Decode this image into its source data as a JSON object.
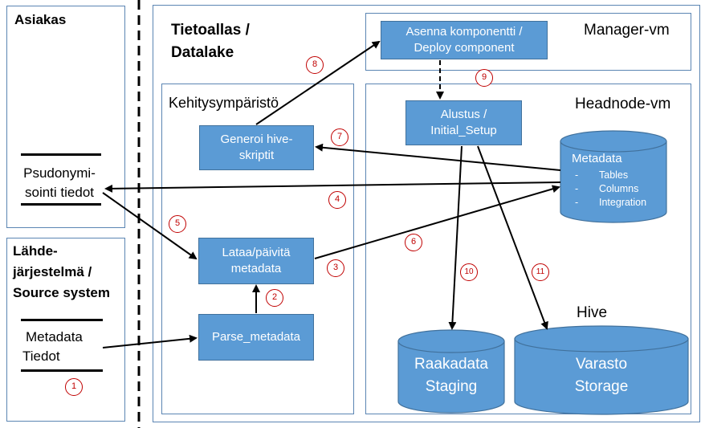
{
  "panels": {
    "asiakas": "Asiakas",
    "lahde_1": "Lähde-",
    "lahde_2": "järjestelmä /",
    "lahde_3": "Source system",
    "tietoallas_1": "Tietoallas /",
    "tietoallas_2": "Datalake",
    "kehitys": "Kehitysympäristö",
    "manager": "Manager-vm",
    "headnode": "Headnode-vm",
    "hive": "Hive"
  },
  "docs": {
    "pseudo_1": "Psudonymi-",
    "pseudo_2": "sointi tiedot",
    "meta_1": "Metadata",
    "meta_2": "Tiedot"
  },
  "boxes": {
    "asenna_1": "Asenna komponentti /",
    "asenna_2": "Deploy component",
    "alustus_1": "Alustus /",
    "alustus_2": "Initial_Setup",
    "generoi_1": "Generoi hive-",
    "generoi_2": "skriptit",
    "lataa_1": "Lataa/päivitä",
    "lataa_2": "metadata",
    "parse": "Parse_metadata"
  },
  "metadata_db": {
    "title": "Metadata",
    "items": [
      "Tables",
      "Columns",
      "Integration"
    ],
    "bullet": "-"
  },
  "storages": {
    "raakadata_1": "Raakadata",
    "raakadata_2": "Staging",
    "varasto_1": "Varasto",
    "varasto_2": "Storage"
  },
  "steps": [
    "1",
    "2",
    "3",
    "4",
    "5",
    "6",
    "7",
    "8",
    "9",
    "10",
    "11"
  ],
  "colors": {
    "box_fill": "#5b9bd5",
    "box_border": "#41719c",
    "panel_border": "#5b85b3",
    "step": "#c00000"
  }
}
